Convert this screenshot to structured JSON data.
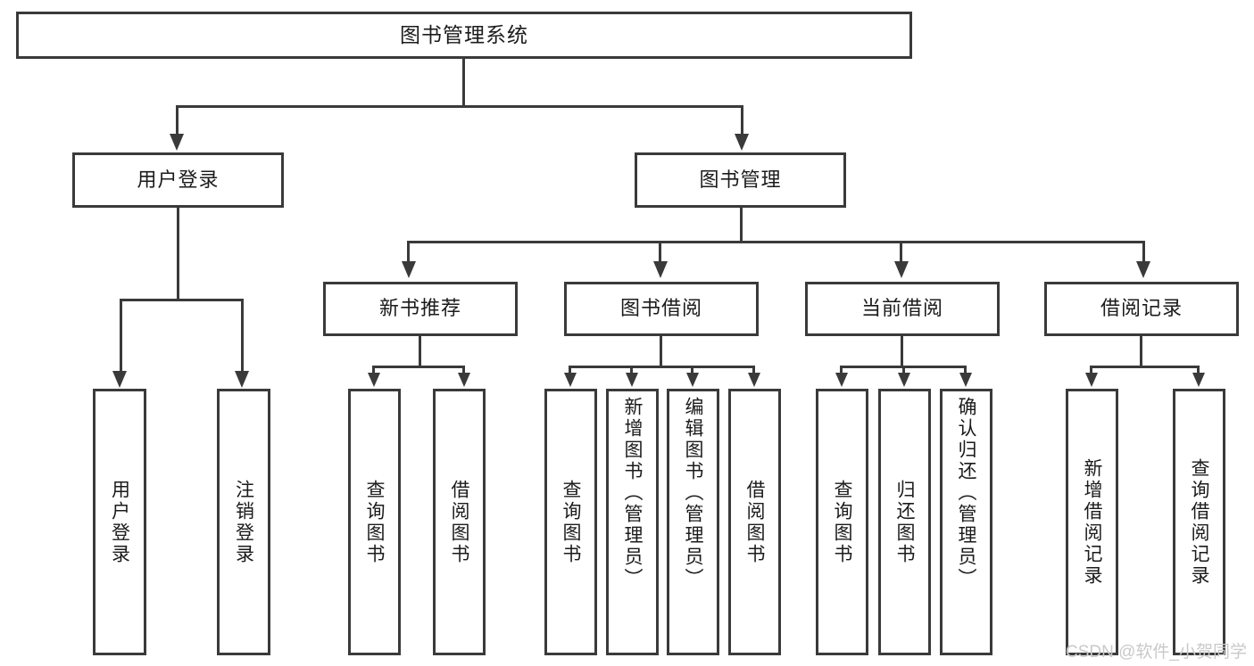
{
  "diagram": {
    "type": "function-hierarchy-chart",
    "root": {
      "label": "图书管理系统"
    },
    "level2": [
      {
        "label": "用户登录"
      },
      {
        "label": "图书管理"
      }
    ],
    "level3": [
      {
        "label": "新书推荐"
      },
      {
        "label": "图书借阅"
      },
      {
        "label": "当前借阅"
      },
      {
        "label": "借阅记录"
      }
    ],
    "leaves": [
      {
        "label": "用户登录",
        "parent": "用户登录"
      },
      {
        "label": "注销登录",
        "parent": "用户登录"
      },
      {
        "label": "查询图书",
        "parent": "新书推荐"
      },
      {
        "label": "借阅图书",
        "parent": "新书推荐"
      },
      {
        "label": "查询图书",
        "parent": "图书借阅"
      },
      {
        "label": "新增图书（管理员）",
        "parent": "图书借阅"
      },
      {
        "label": "编辑图书（管理员）",
        "parent": "图书借阅"
      },
      {
        "label": "借阅图书",
        "parent": "图书借阅"
      },
      {
        "label": "查询图书",
        "parent": "当前借阅"
      },
      {
        "label": "归还图书",
        "parent": "当前借阅"
      },
      {
        "label": "确认归还（管理员）",
        "parent": "当前借阅"
      },
      {
        "label": "新增借阅记录",
        "parent": "借阅记录"
      },
      {
        "label": "查询借阅记录",
        "parent": "借阅记录"
      }
    ]
  },
  "watermark": {
    "text": "CSDN @软件_小贺同学"
  },
  "colors": {
    "border": "#3a3a3a",
    "text": "#1b1b1b",
    "background": "#ffffff",
    "watermark": "#c9c9c9"
  }
}
